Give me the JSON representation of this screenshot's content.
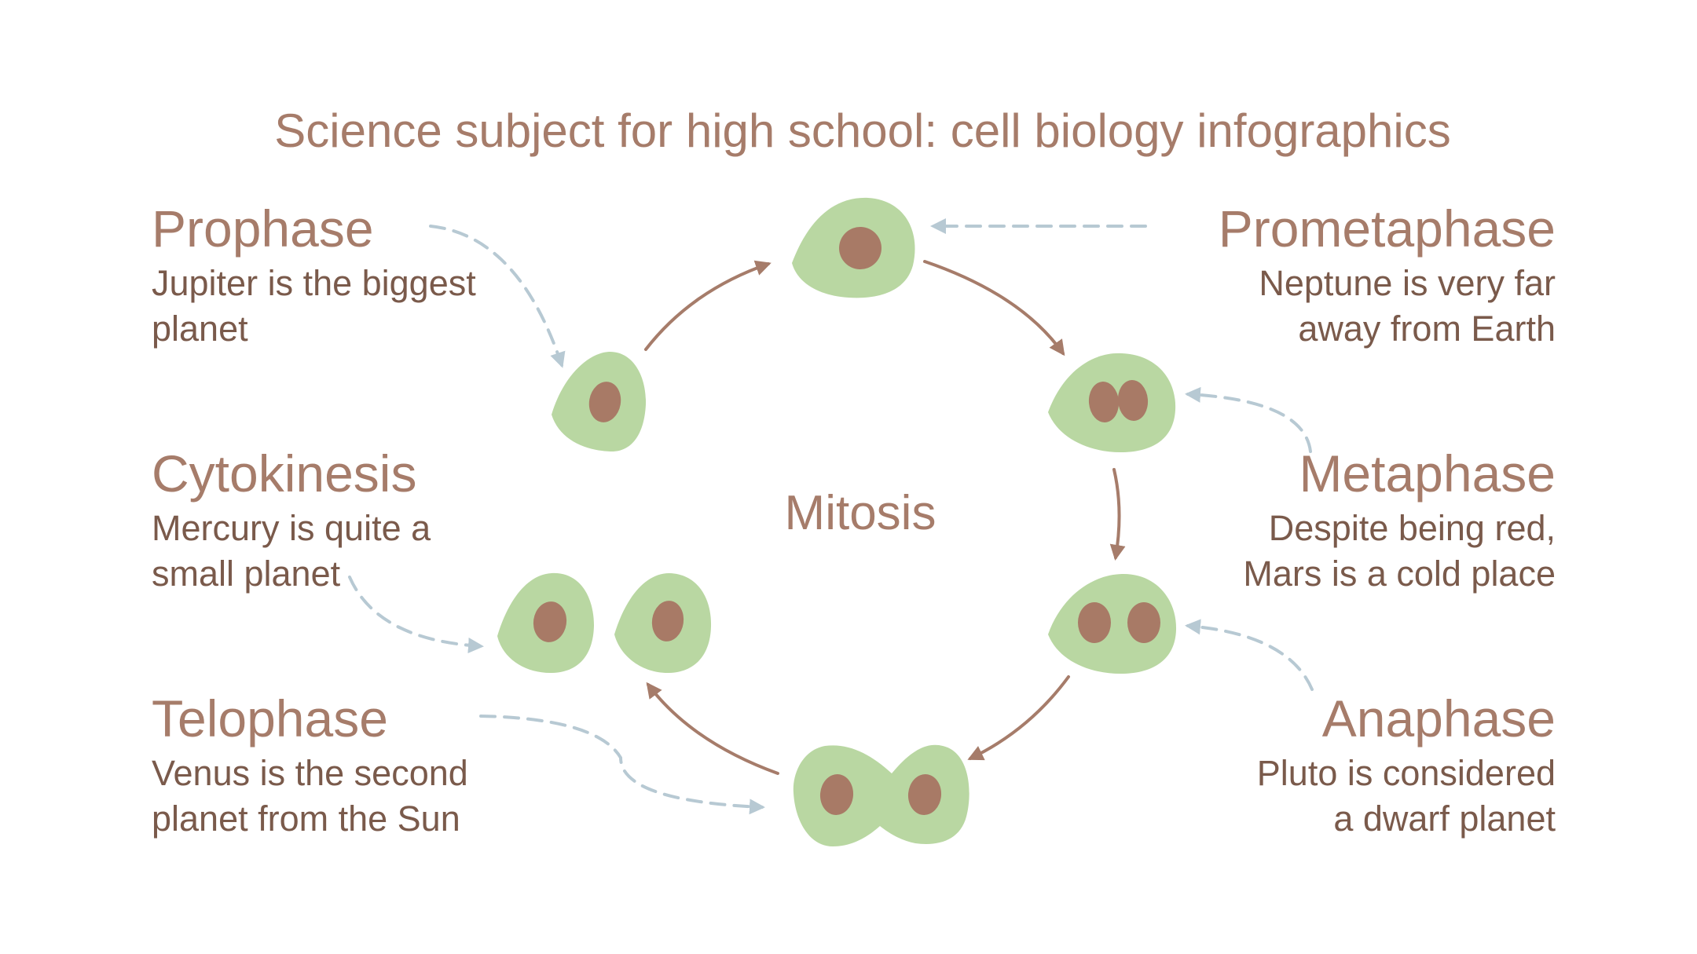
{
  "title": "Science subject for high school: cell biology infographics",
  "center_label": "Mitosis",
  "phases": {
    "prophase": {
      "name": "Prophase",
      "desc_line1": "Jupiter is the biggest",
      "desc_line2": "planet"
    },
    "prometaphase": {
      "name": "Prometaphase",
      "desc_line1": "Neptune is very far",
      "desc_line2": "away from Earth"
    },
    "cytokinesis": {
      "name": "Cytokinesis",
      "desc_line1": "Mercury is quite a",
      "desc_line2": "small planet"
    },
    "metaphase": {
      "name": "Metaphase",
      "desc_line1": "Despite being red,",
      "desc_line2": "Mars is a cold place"
    },
    "telophase": {
      "name": "Telophase",
      "desc_line1": "Venus is the second",
      "desc_line2": "planet from the Sun"
    },
    "anaphase": {
      "name": "Anaphase",
      "desc_line1": "Pluto is considered",
      "desc_line2": "a dwarf planet"
    }
  },
  "colors": {
    "cell_fill": "#b9d7a2",
    "nucleus_fill": "#a87a66",
    "cycle_arrow": "#a67c6a",
    "pointer_arrow": "#b7c9d3",
    "text_heading": "#a67c6a",
    "text_body": "#7a5a4b"
  }
}
